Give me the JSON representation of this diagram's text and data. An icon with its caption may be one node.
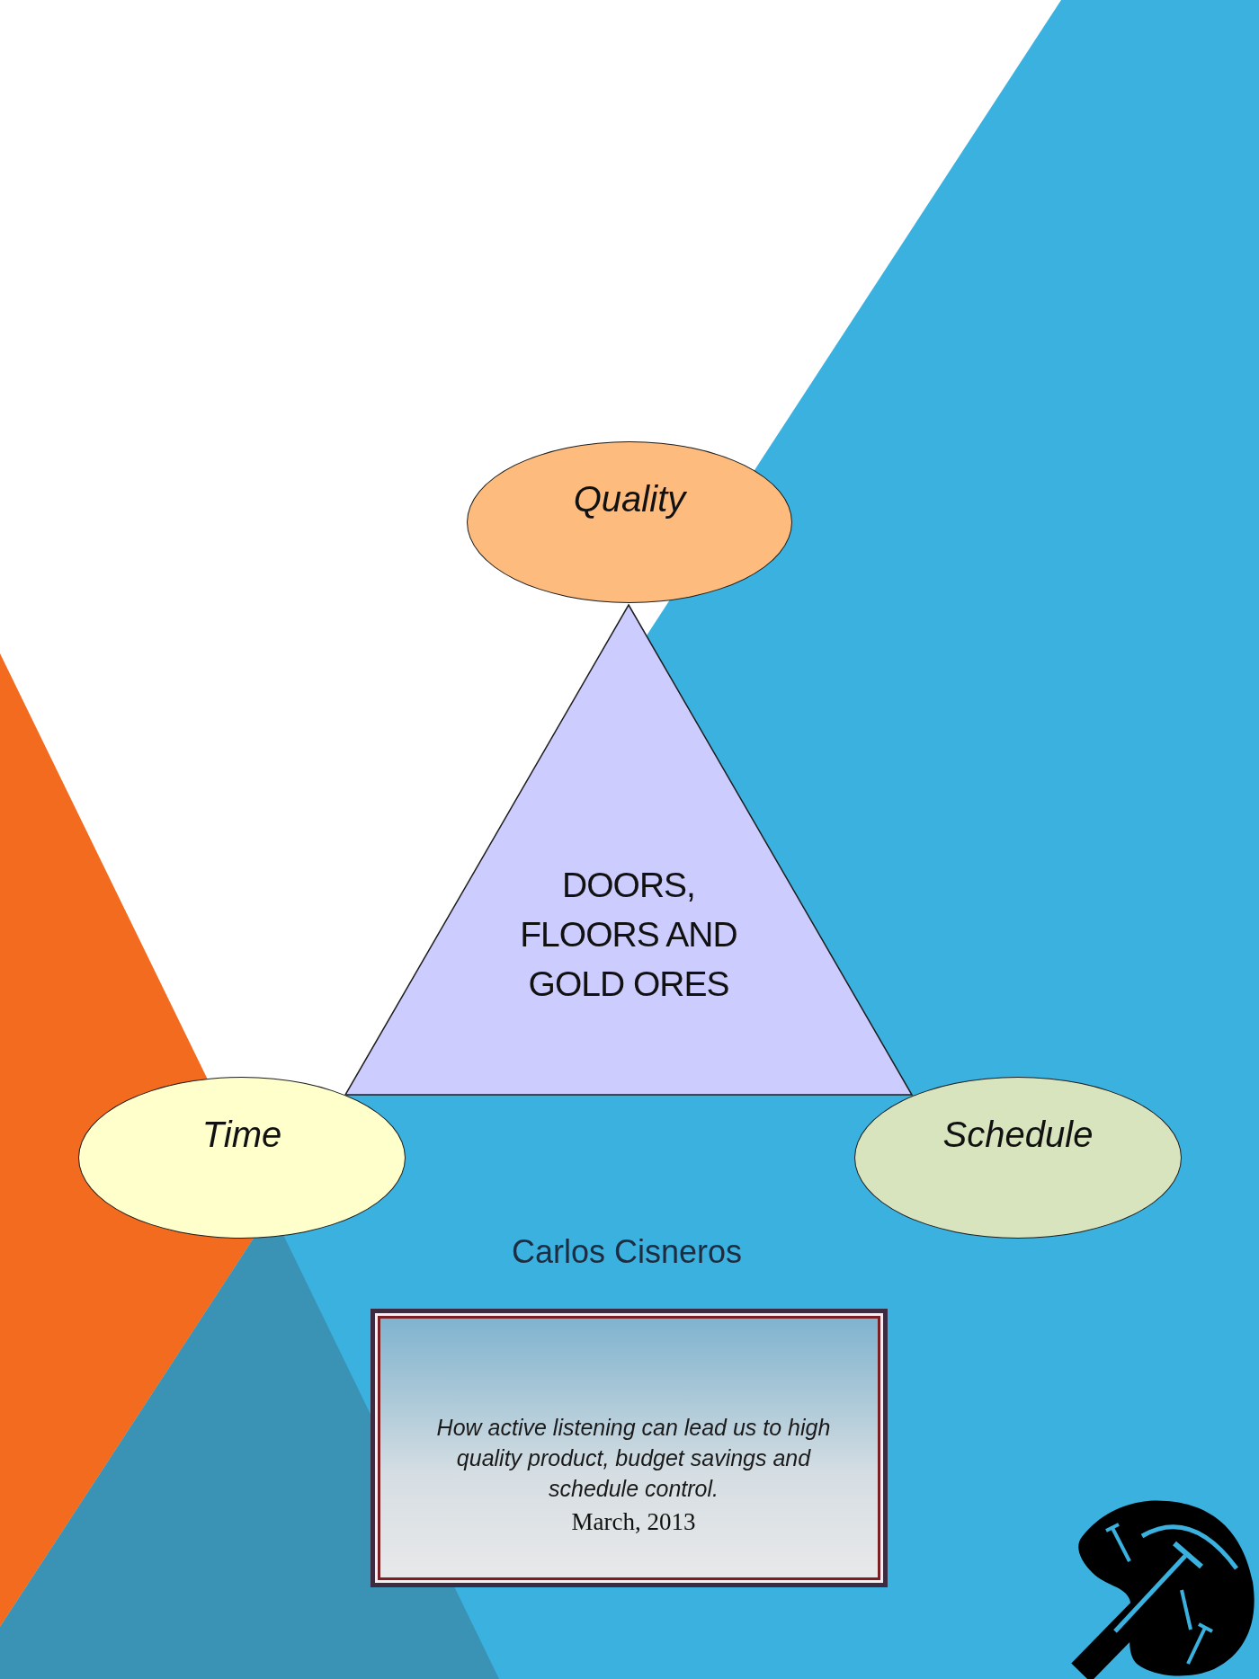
{
  "diagram": {
    "nodes": [
      {
        "text": [
          "Quality"
        ]
      },
      {
        "text": [
          "DOORS, FLOORS AND GOLD ORES"
        ]
      },
      {
        "text": [
          "Time"
        ]
      },
      {
        "text": [
          "Schedule"
        ]
      },
      {
        "text": [
          "How active listening can lead us to high quality product, budget savings and schedule control.",
          "March, 2013"
        ]
      }
    ],
    "labels": [
      "Carlos Cisneros"
    ]
  }
}
